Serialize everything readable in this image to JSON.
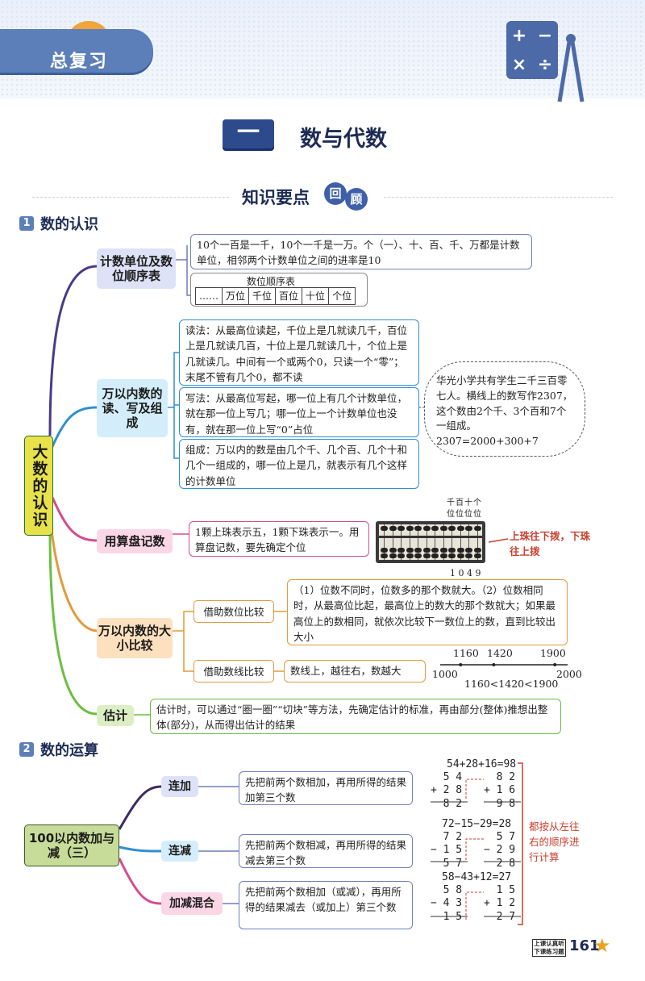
{
  "header": {
    "review_label": "总复习",
    "board_symbols": [
      "+",
      "−",
      "×",
      "÷"
    ]
  },
  "unit": {
    "number": "一",
    "title": "数与代数"
  },
  "knowledge": {
    "title_prefix": "知识要点",
    "circle1": "回",
    "circle2": "顾"
  },
  "section1": {
    "badge": "1",
    "title": "数的认识",
    "root_label": "大数的认识",
    "branches": {
      "units": {
        "label": "计数单位及数位顺序表",
        "text": "10个一百是一千，10个一千是一万。个（一）、十、百、千、万都是计数单位，相邻两个计数单位之间的进率是10",
        "table_title": "数位顺序表",
        "table_cells": [
          "……",
          "万位",
          "千位",
          "百位",
          "十位",
          "个位"
        ]
      },
      "rw": {
        "label": "万以内数的读、写及组成",
        "read": "读法：从最高位读起，千位上是几就读几千，百位上是几就读几百，十位上是几就读几十，个位上是几就读几。中间有一个或两个0，只读一个“零”；末尾不管有几个0，都不读",
        "write": "写法：从最高位写起，哪一位上有几个计数单位，就在那一位上写几；哪一位上一个计数单位也没有，就在那一位上写“0”占位",
        "compose": "组成：万以内的数是由几个千、几个百、几个十和几个一组成的，哪一位上是几，就表示有几个这样的计数单位",
        "example": "华光小学共有学生二千三百零七人。横线上的数写作2307，这个数由2个千、3个百和7个一组成。2307=2000+300+7"
      },
      "abacus": {
        "label": "用算盘记数",
        "text": "1颗上珠表示五，1颗下珠表示一。用算盘记数，要先确定个位",
        "top_labels": "千百十个",
        "top_labels2": "位位位位",
        "bottom": "1 0 4 9",
        "note": "上珠往下拨，下珠往上拨"
      },
      "compare": {
        "label": "万以内数的大小比较",
        "sub1": "借助数位比较",
        "sub1_text": "（1）位数不同时，位数多的那个数就大。（2）位数相同时，从最高位比起，最高位上的数大的那个数就大；如果最高位上的数相同，就依次比较下一数位上的数，直到比较出大小",
        "sub2": "借助数线比较",
        "sub2_text": "数线上，越往右，数越大",
        "nl_start": "1000",
        "nl_end": "2000",
        "nl_points": [
          "1160",
          "1420",
          "1900"
        ],
        "nl_result": "1160<1420<1900"
      },
      "estimate": {
        "label": "估计",
        "text": "估计时，可以通过“圈一圈”“切块”等方法，先确定估计的标准，再由部分(整体)推想出整体(部分)，从而得出估计的结果"
      }
    }
  },
  "section2": {
    "badge": "2",
    "title": "数的运算",
    "root_label": "100以内数加与减（三）",
    "branches": {
      "add": {
        "label": "连加",
        "text": "先把前两个数相加，再用所得的结果加第三个数"
      },
      "sub": {
        "label": "连减",
        "text": "先把前两个数相减，再用所得的结果减去第三个数"
      },
      "mix": {
        "label": "加减混合",
        "text": "先把前两个数相加（或减），再用所得的结果减去（或加上）第三个数"
      }
    },
    "calcs": {
      "add_eq": "54+28+16=98",
      "add_v1": "  5 4\n+ 2 8\n  8 2",
      "add_v2": "  8 2\n+ 1 6\n  9 8",
      "sub_eq": "72−15−29=28",
      "sub_v1": "  7 2\n− 1 5\n  5 7",
      "sub_v2": "  5 7\n− 2 9\n  2 8",
      "mix_eq": "58−43+12=27",
      "mix_v1": "  5 8\n− 4 3\n  1 5",
      "mix_v2": "  1 5\n+ 1 2\n  2 7",
      "note": "都按从左往右的顺序进行计算"
    }
  },
  "footer": {
    "line1": "上课认真听",
    "line2": "下课练习题",
    "page": "161"
  },
  "colors": {
    "unit_blue": "#2d4a8c",
    "tab_blue": "#5c7fb9",
    "note_red": "#c8412f"
  }
}
